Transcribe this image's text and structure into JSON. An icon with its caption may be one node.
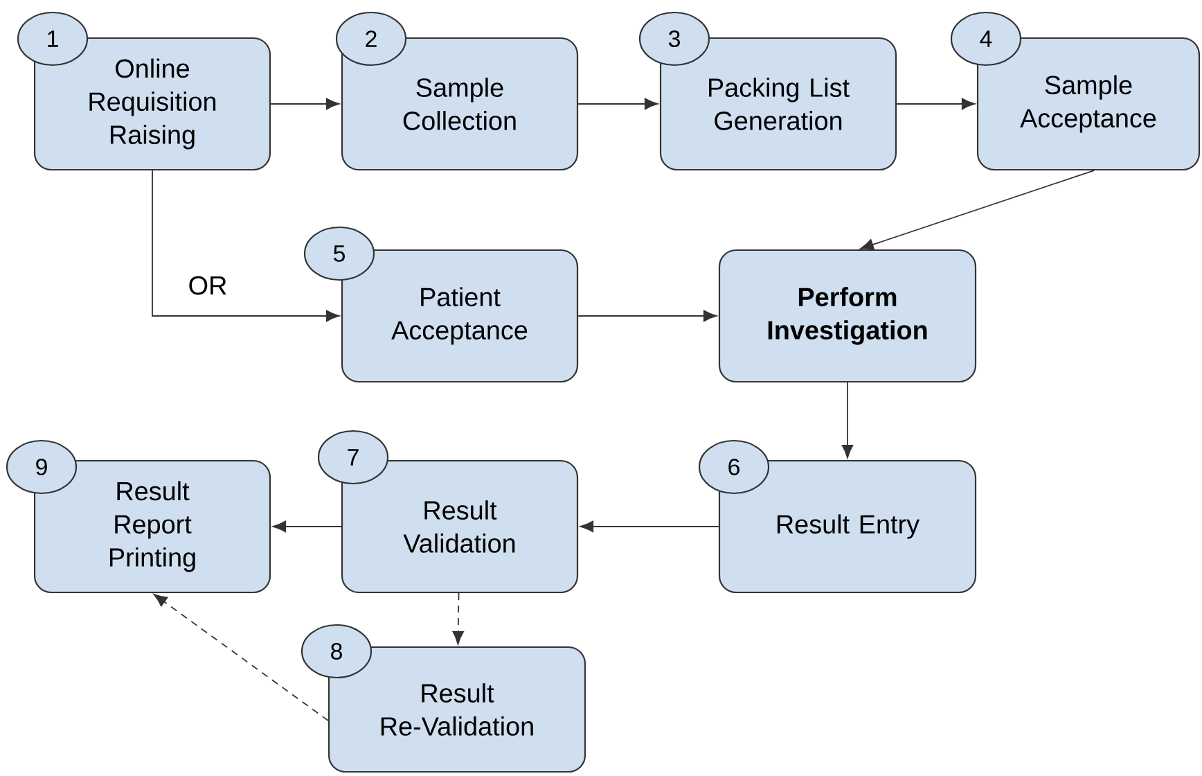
{
  "diagram": {
    "nodes": [
      {
        "text": [
          "Online Requisition Raising"
        ]
      },
      {
        "text": [
          "1"
        ]
      },
      {
        "text": [
          "Sample Collection"
        ]
      },
      {
        "text": [
          "2"
        ]
      },
      {
        "text": [
          "Packing List Generation"
        ]
      },
      {
        "text": [
          "3"
        ]
      },
      {
        "text": [
          "Sample Acceptance"
        ]
      },
      {
        "text": [
          "4"
        ]
      },
      {
        "text": [
          "Patient Acceptance"
        ]
      },
      {
        "text": [
          "5"
        ]
      },
      {
        "text": [
          "Perform Investigation"
        ]
      },
      {
        "text": [
          "Result Report Printing"
        ]
      },
      {
        "text": [
          "9"
        ]
      },
      {
        "text": [
          "Result Validation"
        ]
      },
      {
        "text": [
          "7"
        ]
      },
      {
        "text": [
          "Result Entry"
        ]
      },
      {
        "text": [
          "6"
        ]
      },
      {
        "text": [
          "Result Re-Validation"
        ]
      },
      {
        "text": [
          "8"
        ]
      }
    ],
    "edges": [
      {
        "from": 0,
        "to": 2,
        "arrow": "to"
      },
      {
        "from": 2,
        "to": 4,
        "arrow": "to"
      },
      {
        "from": 4,
        "to": 6,
        "arrow": "to"
      },
      {
        "from": 6,
        "to": 10,
        "arrow": "to"
      },
      {
        "from": 0,
        "to": 8,
        "arrow": "to",
        "label": "OR"
      },
      {
        "from": 8,
        "to": 10,
        "arrow": "to"
      },
      {
        "from": 10,
        "to": 15,
        "arrow": "to"
      },
      {
        "from": 15,
        "to": 13,
        "arrow": "to"
      },
      {
        "from": 13,
        "to": 11,
        "arrow": "to"
      },
      {
        "from": 13,
        "to": 17,
        "arrow": "to",
        "style": "dashed"
      },
      {
        "from": 17,
        "to": 11,
        "arrow": "to",
        "style": "dashed"
      }
    ]
  }
}
